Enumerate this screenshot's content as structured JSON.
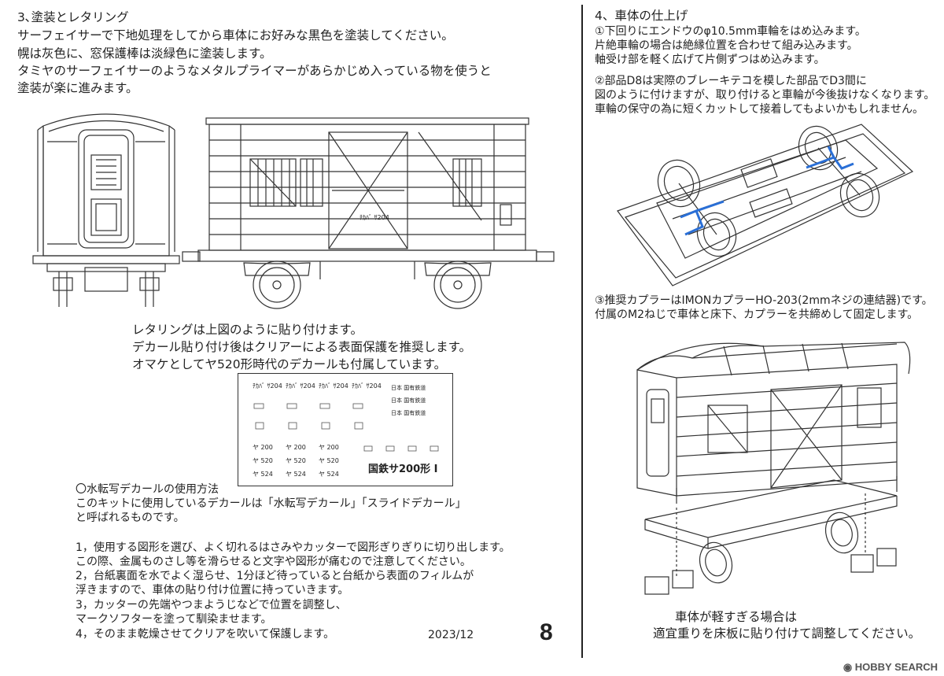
{
  "left": {
    "heading": "3､塗装とレタリング",
    "paint_lines": [
      "サーフェイサーで下地処理をしてから車体にお好みな黒色を塗装してください。",
      "幌は灰色に、窓保護棒は淡緑色に塗装します。",
      "タミヤのサーフェイサーのようなメタルプライマーがあらかじめ入っている物を使うと",
      "塗装が楽に進みます。"
    ],
    "car_number": "ﾁｶﾊﾞ ｻ204",
    "lettering_lines": [
      "レタリングは上図のように貼り付けます。",
      "デカール貼り付け後はクリアーによる表面保護を推奨します。",
      "オマケとしてヤ520形時代のデカールも付属しています。"
    ],
    "decal_sheet": {
      "row1": [
        "ﾁｶﾊﾞ ｻ204",
        "ﾁｶﾊﾞ ｻ204",
        "ﾁｶﾊﾞ ｻ204",
        "ﾁｶﾊﾞ ｻ204"
      ],
      "right_col": [
        "日本 国有鉄道",
        "日本 国有鉄道",
        "日本 国有鉄道"
      ],
      "row4": [
        "ヤ 200",
        "ヤ 200",
        "ヤ 200"
      ],
      "row5": [
        "ヤ 520",
        "ヤ 520",
        "ヤ 520"
      ],
      "row6": [
        "ヤ 524",
        "ヤ 524",
        "ヤ 524"
      ],
      "title": "国鉄サ200形 I"
    },
    "decal_heading": "〇水転写デカールの使用方法",
    "decal_intro": [
      "このキットに使用しているデカールは「水転写デカール」「スライドデカール」",
      "と呼ばれるものです。"
    ],
    "steps": [
      "1，使用する図形を選び、よく切れるはさみやカッターで図形ぎりぎりに切り出します。",
      "  この際、金属ものさし等を滑らせると文字や図形が痛むので注意してください。",
      "2，台紙裏面を水でよく湿らせ、1分ほど待っていると台紙から表面のフィルムが",
      "  浮きますので、車体の貼り付け位置に持っていきます。",
      "3，カッターの先端やつまようじなどで位置を調整し、",
      "  マークソフターを塗って馴染ませます。",
      "4，そのまま乾燥させてクリアを吹いて保護します。"
    ],
    "date": "2023/12",
    "page_number": "8"
  },
  "right": {
    "heading": "4、車体の仕上げ",
    "note1": [
      "①下回りにエンドウのφ10.5mm車輪をはめ込みます。",
      "  片絶車輪の場合は絶縁位置を合わせて組み込みます。",
      "  軸受け部を軽く広げて片側ずつはめ込みます。"
    ],
    "note2": [
      "②部品D8は実際のブレーキテコを模した部品でD3間に",
      "  図のように付けますが、取り付けると車輪が今後抜けなくなります。",
      "  車輪の保守の為に短くカットして接着してもよいかもしれません。"
    ],
    "note3": [
      "③推奨カプラーはIMONカプラーHO-203(2mmネジの連結器)です。",
      "  付属のM2ねじで車体と床下、カプラーを共締めして固定します。"
    ],
    "footer": [
      "車体が軽すぎる場合は",
      "適宜重りを床板に貼り付けて調整してください。"
    ]
  },
  "watermark": "HOBBY SEARCH",
  "colors": {
    "accent_blue": "#2a6fd6",
    "ink": "#222222"
  }
}
